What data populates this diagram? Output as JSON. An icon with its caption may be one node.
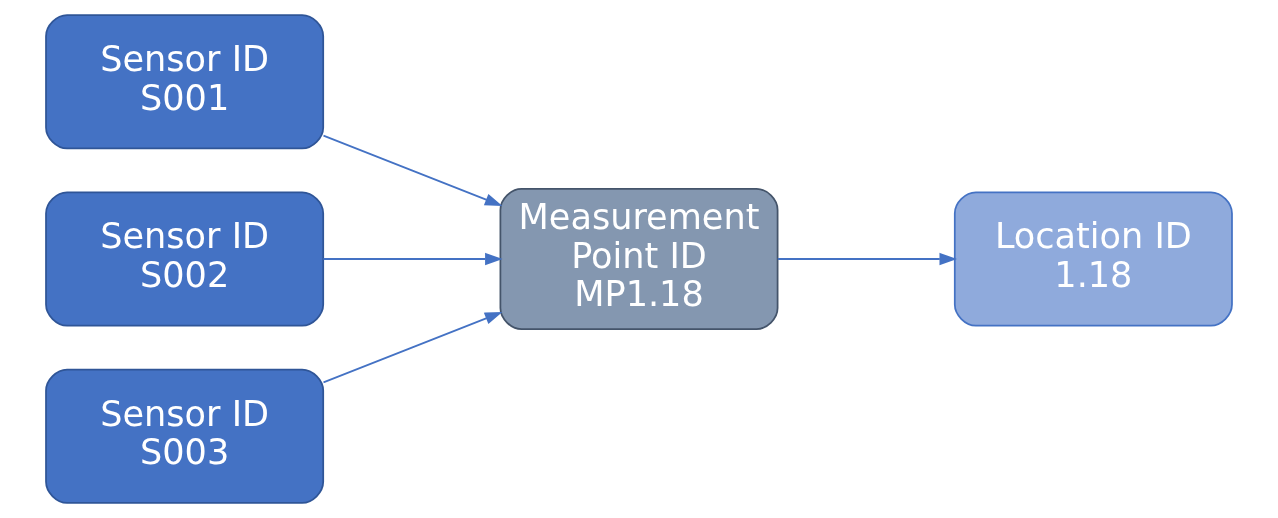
{
  "diagram": {
    "nodes": [
      {
        "text": [
          "Sensor ID",
          "S001"
        ]
      },
      {
        "text": [
          "Sensor ID",
          "S002"
        ]
      },
      {
        "text": [
          "Sensor ID",
          "S003"
        ]
      },
      {
        "text": [
          "Measurement Point ID",
          "MP1.18"
        ]
      },
      {
        "text": [
          "Location ID",
          "1.18"
        ]
      }
    ],
    "edges": [
      {
        "from": 0,
        "to": 3,
        "arrow": "to"
      },
      {
        "from": 1,
        "to": 3,
        "arrow": "to"
      },
      {
        "from": 2,
        "to": 3,
        "arrow": "to"
      },
      {
        "from": 3,
        "to": 4,
        "arrow": "to"
      }
    ]
  }
}
